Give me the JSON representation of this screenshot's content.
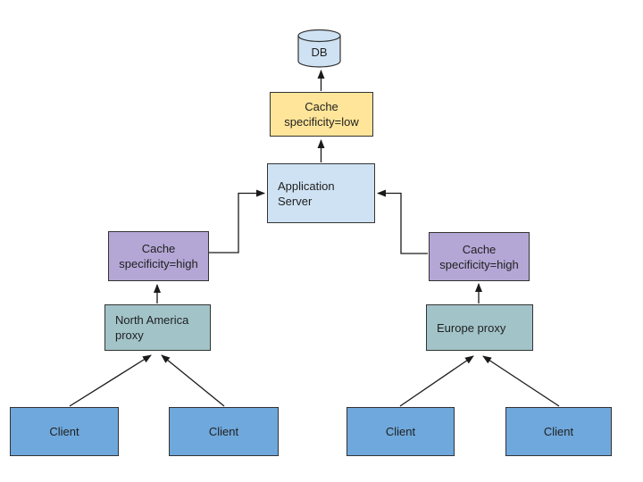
{
  "diagram": {
    "type": "architecture-flow-diagram",
    "background": "#ffffff",
    "line_color": "#1a1a1a",
    "border_color": "#333333",
    "text_color": "#1f1f1f",
    "nodes": {
      "db": {
        "label": "DB",
        "shape": "cylinder",
        "fill": "#cfe2f3"
      },
      "cache_low": {
        "label": "Cache\nspecificity=low",
        "shape": "rect",
        "fill": "#ffe599"
      },
      "app_server": {
        "label": "Application\nServer",
        "shape": "rect",
        "fill": "#cfe2f3"
      },
      "cache_high_left": {
        "label": "Cache\nspecificity=high",
        "shape": "rect",
        "fill": "#b4a7d6"
      },
      "cache_high_right": {
        "label": "Cache\nspecificity=high",
        "shape": "rect",
        "fill": "#b4a7d6"
      },
      "na_proxy": {
        "label": "North America\nproxy",
        "shape": "rect",
        "fill": "#a2c4c9"
      },
      "eu_proxy": {
        "label": "Europe proxy",
        "shape": "rect",
        "fill": "#a2c4c9"
      },
      "client_1": {
        "label": "Client",
        "shape": "rect",
        "fill": "#6fa8dc"
      },
      "client_2": {
        "label": "Client",
        "shape": "rect",
        "fill": "#6fa8dc"
      },
      "client_3": {
        "label": "Client",
        "shape": "rect",
        "fill": "#6fa8dc"
      },
      "client_4": {
        "label": "Client",
        "shape": "rect",
        "fill": "#6fa8dc"
      }
    },
    "edges": [
      {
        "from": "cache_low",
        "to": "db"
      },
      {
        "from": "app_server",
        "to": "cache_low"
      },
      {
        "from": "cache_high_left",
        "to": "app_server"
      },
      {
        "from": "cache_high_right",
        "to": "app_server"
      },
      {
        "from": "na_proxy",
        "to": "cache_high_left"
      },
      {
        "from": "eu_proxy",
        "to": "cache_high_right"
      },
      {
        "from": "client_1",
        "to": "na_proxy"
      },
      {
        "from": "client_2",
        "to": "na_proxy"
      },
      {
        "from": "client_3",
        "to": "eu_proxy"
      },
      {
        "from": "client_4",
        "to": "eu_proxy"
      }
    ]
  }
}
